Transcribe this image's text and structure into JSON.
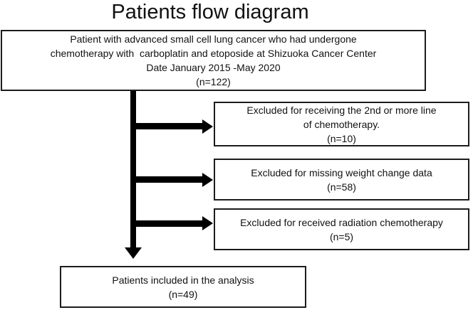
{
  "title": "Patients flow diagram",
  "flow": {
    "top_box": {
      "lines": [
        "Patient with advanced small cell lung cancer who had undergone",
        "chemotherapy with  carboplatin and etoposide at Shizuoka Cancer Center",
        "Date January 2015 -May 2020",
        "(n=122)"
      ],
      "n": 122
    },
    "exclusions": [
      {
        "lines": [
          "Excluded for receiving the 2nd or more line",
          "of chemotherapy.",
          "(n=10)"
        ],
        "n": 10
      },
      {
        "lines": [
          "Excluded for missing weight change data",
          "(n=58)"
        ],
        "n": 58
      },
      {
        "lines": [
          "Excluded for received radiation chemotherapy",
          "(n=5)"
        ],
        "n": 5
      }
    ],
    "bottom_box": {
      "lines": [
        "Patients included in the analysis",
        "(n=49)"
      ],
      "n": 49
    }
  },
  "colors": {
    "background": "#ffffff",
    "text": "#111111",
    "border": "#1c1c1c",
    "arrow": "#000000"
  }
}
